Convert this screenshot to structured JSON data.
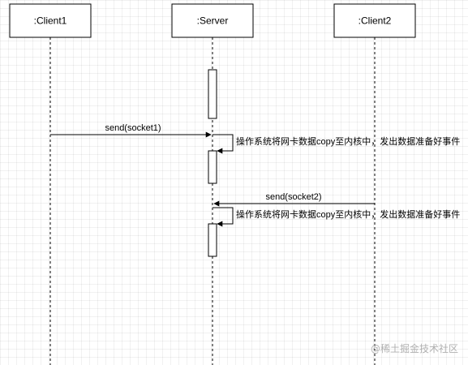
{
  "participants": [
    {
      "label": ":Client1"
    },
    {
      "label": ":Server"
    },
    {
      "label": ":Client2"
    }
  ],
  "messages": [
    {
      "label": "send(socket1)"
    },
    {
      "label": "操作系统将网卡数据copy至内核中，发出数据准备好事件"
    },
    {
      "label": "send(socket2)"
    },
    {
      "label": "操作系统将网卡数据copy至内核中，发出数据准备好事件"
    }
  ],
  "watermark": "@稀土掘金技术社区"
}
